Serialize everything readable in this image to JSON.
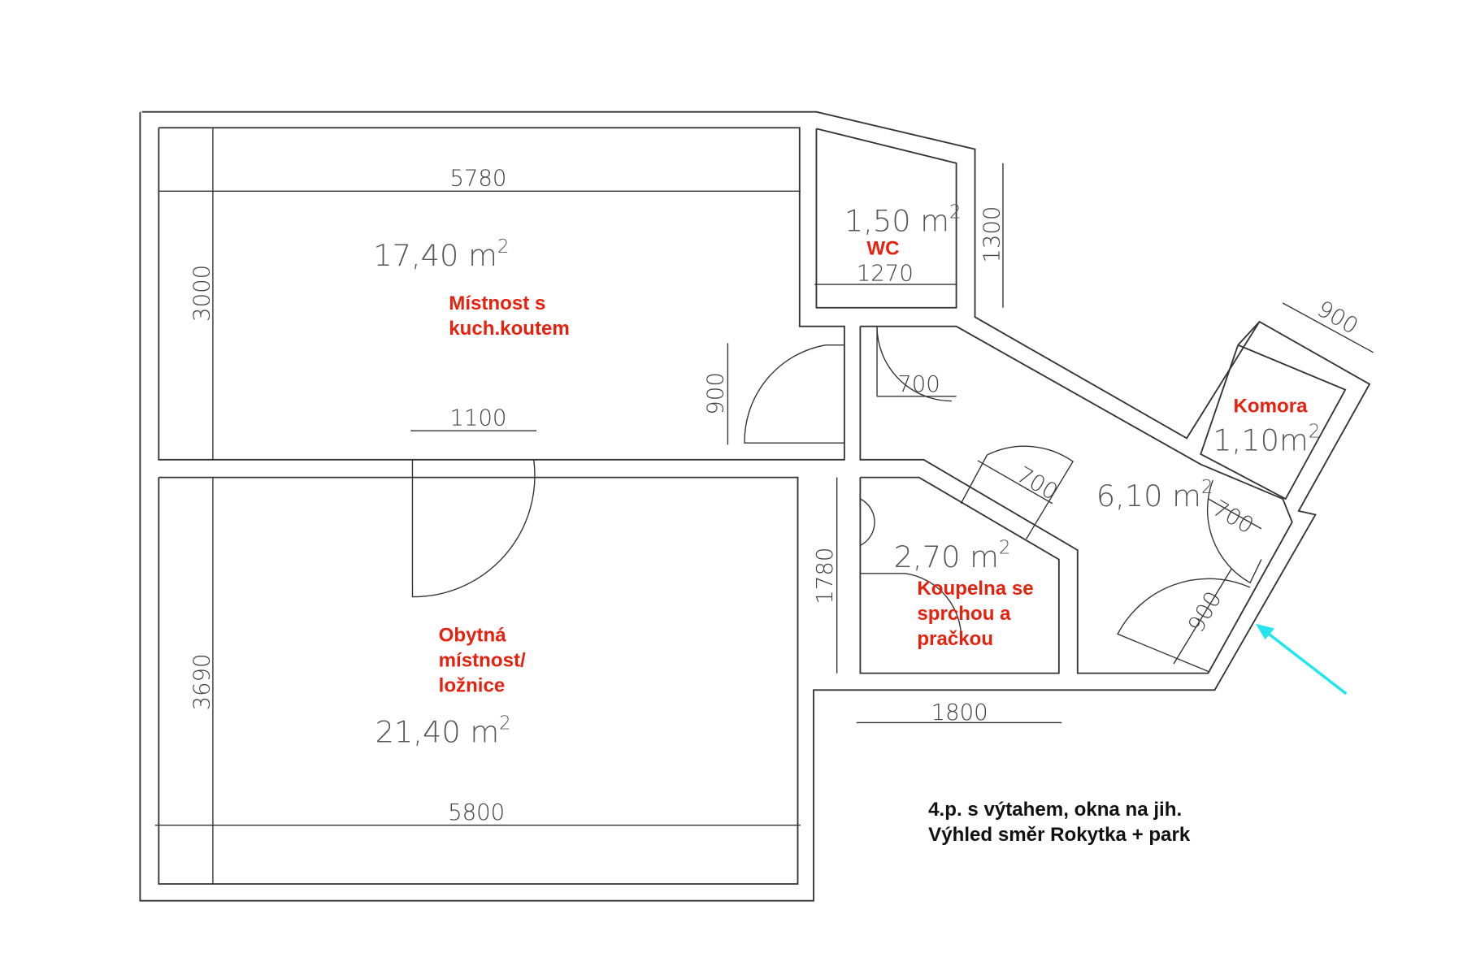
{
  "rooms": {
    "kitchen": {
      "label_1": "Místnost s",
      "label_2": "kuch.koutem",
      "area": "17,40 m",
      "unit_sup": "2"
    },
    "wc": {
      "label": "WC",
      "area": "1,50 m",
      "unit_sup": "2"
    },
    "bedroom": {
      "label_1": "Obytná",
      "label_2": "místnost/",
      "label_3": "ložnice",
      "area": "21,40 m",
      "unit_sup": "2"
    },
    "bathroom": {
      "label_1": "Koupelna se",
      "label_2": "sprchou a",
      "label_3": "pračkou",
      "area": "2,70 m",
      "unit_sup": "2"
    },
    "hall": {
      "area": "6,10 m",
      "unit_sup": "2"
    },
    "storage": {
      "label": "Komora",
      "area": "1,10m",
      "unit_sup": "2"
    }
  },
  "dimensions": {
    "kitchen_width": "5780",
    "kitchen_depth": "3000",
    "wc_width": "1270",
    "wc_depth": "1300",
    "door_kitchen": "900",
    "door_wc": "700",
    "door_bedroom": "1100",
    "bedroom_depth": "3690",
    "bedroom_width": "5800",
    "bath_depth": "1780",
    "bath_width": "1800",
    "door_bath": "700",
    "storage_width": "900",
    "door_storage": "700",
    "door_entrance": "900"
  },
  "note": {
    "line_1": "4.p. s výtahem, okna na jih.",
    "line_2": "Výhled směr Rokytka + park"
  },
  "colors": {
    "label": "#e8210e",
    "arrow": "#22e5ee",
    "lines": "#333333"
  },
  "icons": {
    "entrance_arrow": "arrow-up-left-icon"
  }
}
